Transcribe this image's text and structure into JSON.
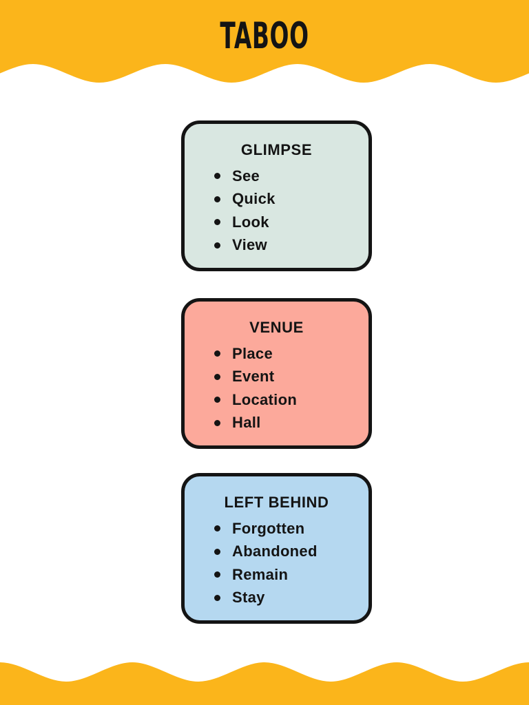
{
  "page": {
    "title": "TABOO"
  },
  "theme": {
    "banner_color": "#FBB51B",
    "ink_color": "#141414",
    "background_color": "#FFFFFF"
  },
  "cards": [
    {
      "title": "GLIMPSE",
      "color": "#D9E7E1",
      "words": [
        "See",
        "Quick",
        "Look",
        "View"
      ]
    },
    {
      "title": "VENUE",
      "color": "#FCA99B",
      "words": [
        "Place",
        "Event",
        "Location",
        "Hall"
      ]
    },
    {
      "title": "LEFT BEHIND",
      "color": "#B5D8F0",
      "words": [
        "Forgotten",
        "Abandoned",
        "Remain",
        "Stay"
      ]
    }
  ]
}
